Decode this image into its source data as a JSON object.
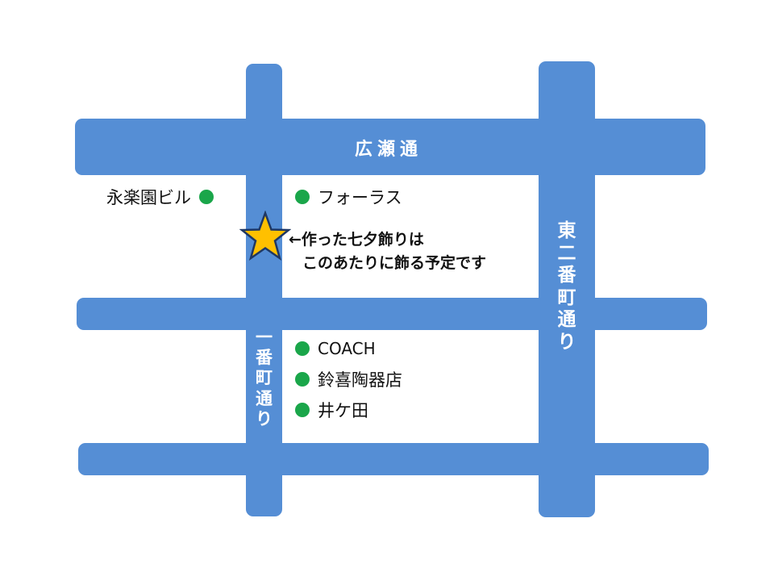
{
  "map": {
    "road_color": "#558ed5",
    "marker_color": "#1aa64a",
    "star_fill": "#ffc000",
    "star_stroke": "#1f3864",
    "roads": {
      "top": {
        "label": "広瀬通"
      },
      "left": {
        "label_chars": [
          "一",
          "番",
          "町",
          "通",
          "り"
        ],
        "label": "一番町通り"
      },
      "right": {
        "label_chars": [
          "東",
          "二",
          "番",
          "町",
          "通",
          "り"
        ],
        "label": "東二番町通り"
      }
    },
    "places": {
      "eirakuen": "永楽園ビル",
      "forus": "フォーラス",
      "coach": "COACH",
      "suzuki": "鈴喜陶器店",
      "igeta": "井ケ田"
    },
    "note": {
      "line1": "←作った七夕飾りは",
      "line2": "このあたりに飾る予定です"
    }
  }
}
